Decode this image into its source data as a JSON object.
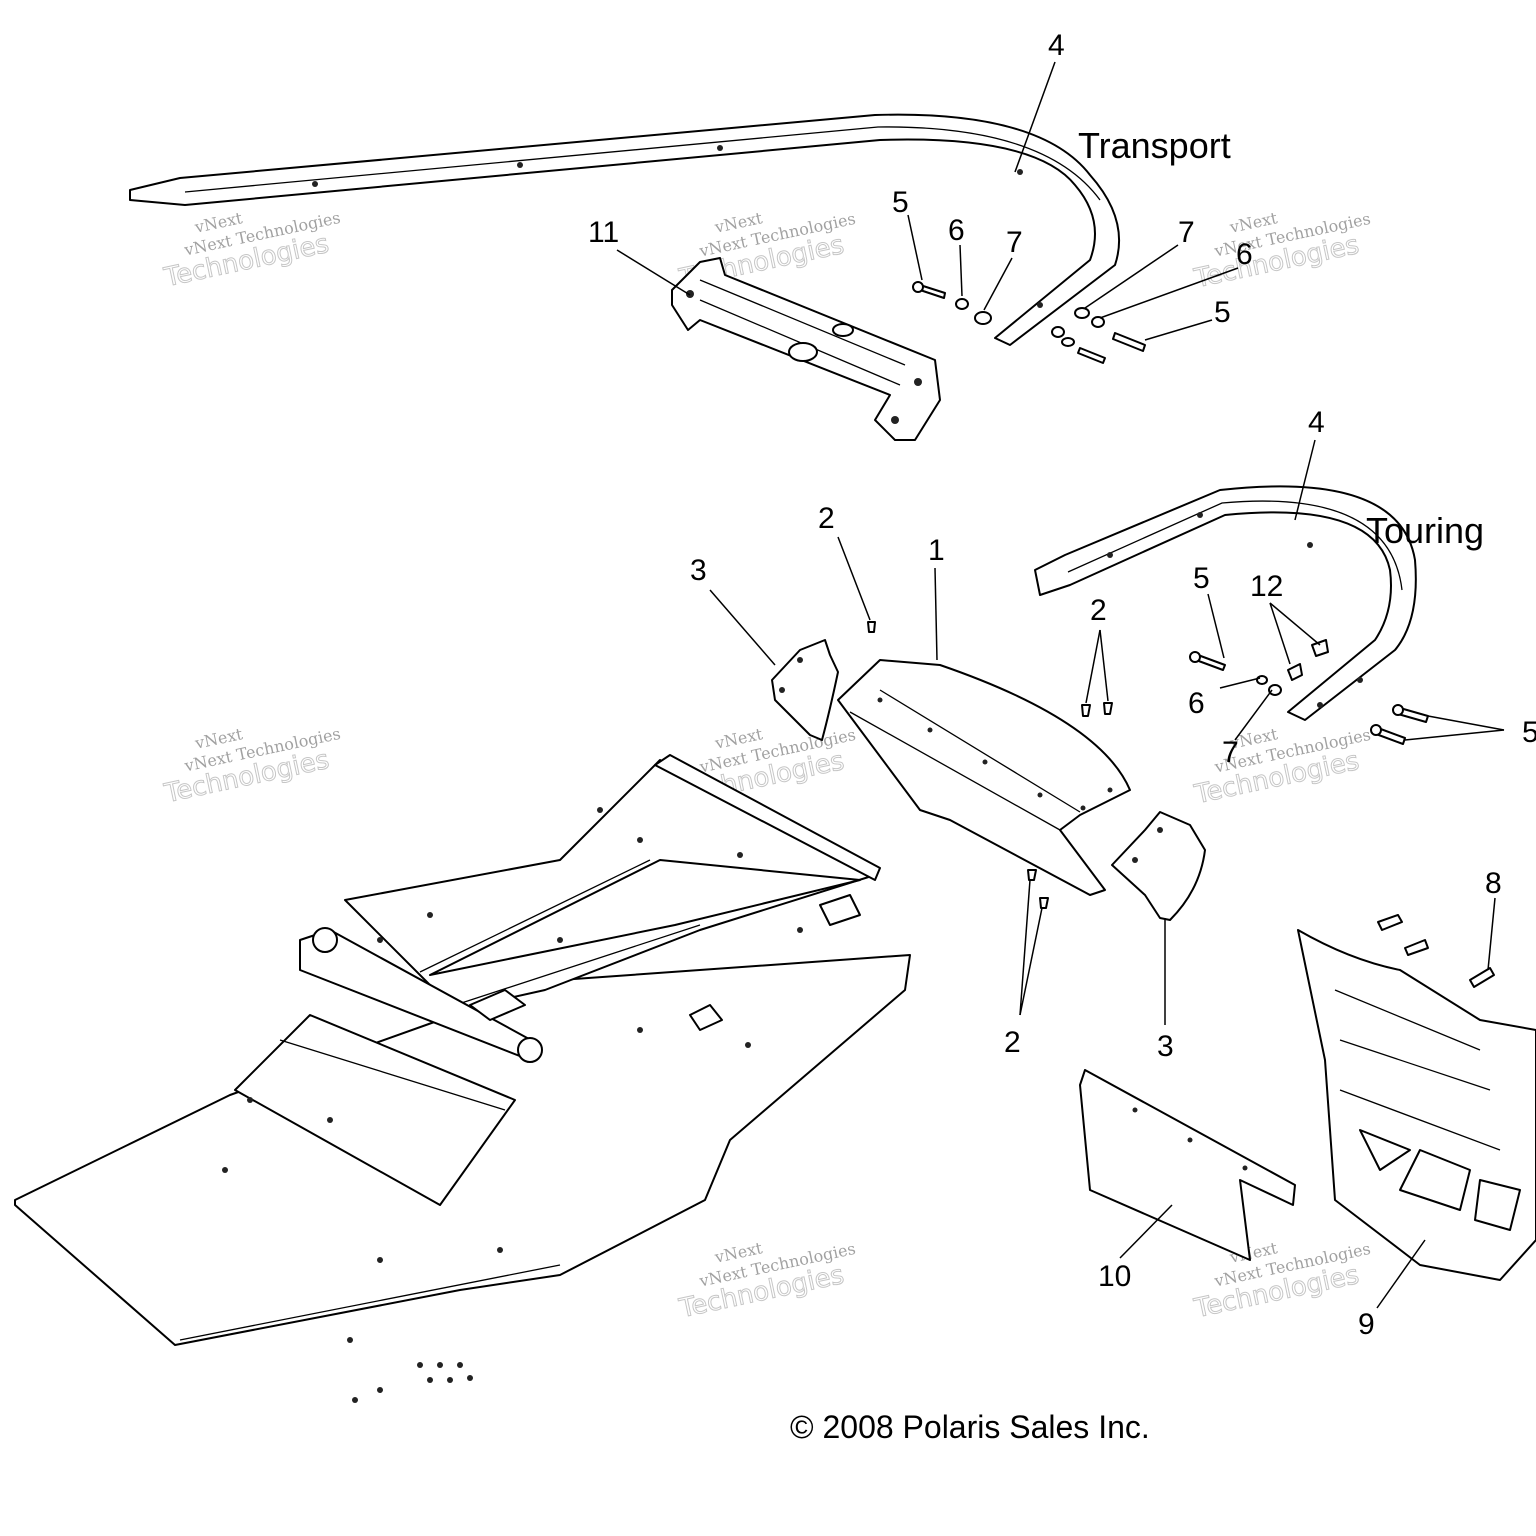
{
  "section_labels": {
    "transport": "Transport",
    "touring": "Touring"
  },
  "copyright": "© 2008 Polaris Sales Inc.",
  "watermark": {
    "line1": "vNext",
    "line2": "vNext Technologies",
    "line3": "Technologies"
  },
  "callouts": {
    "n1": "1",
    "n2": "2",
    "n3": "3",
    "n4": "4",
    "n5": "5",
    "n6": "6",
    "n7": "7",
    "n8": "8",
    "n9": "9",
    "n10": "10",
    "n11": "11",
    "n12": "12"
  }
}
